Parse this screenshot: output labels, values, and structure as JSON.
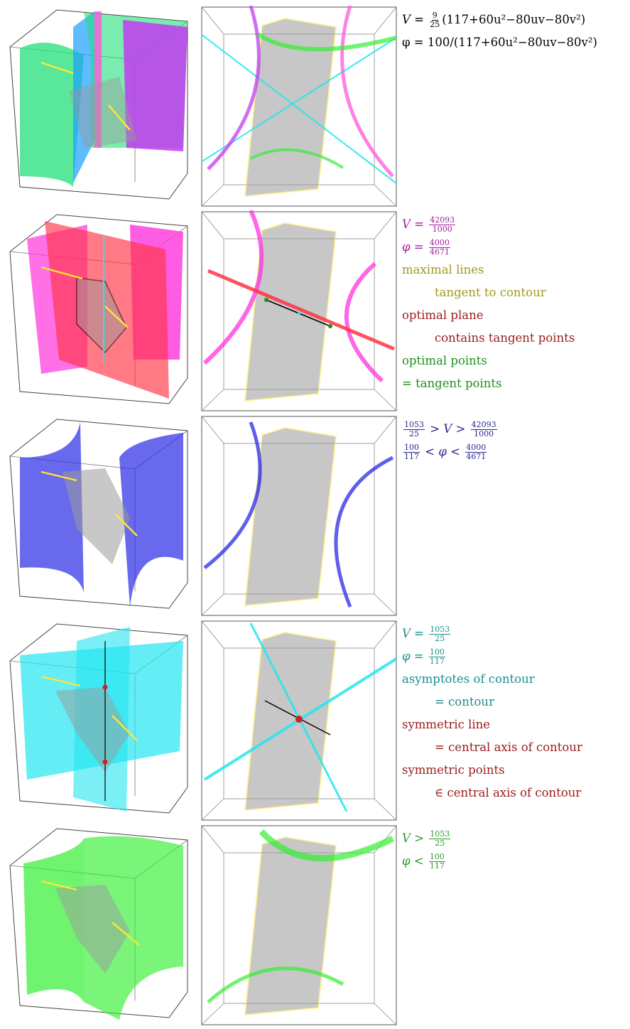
{
  "colors": {
    "row1_mix": [
      "#22e07a",
      "#c23cf0",
      "#1aa0ff",
      "#ff55dd"
    ],
    "magenta": "#ff33dd",
    "red": "#ff3344",
    "blue": "#2a2ae6",
    "cyan": "#22e6f0",
    "green": "#33f033",
    "gray": "#9a9a9a",
    "yellow": "#ffe830",
    "optimal_point": "#cc2222"
  },
  "rows": [
    {
      "label_color": "black",
      "lines": [
        {
          "type": "formula",
          "lhs": "V",
          "eq": " = ",
          "frac_num": "9",
          "frac_den": "25",
          "rest": "(117+60u²−80uv−80v²)"
        },
        {
          "type": "text",
          "text": "φ = 100/(117+60u²−80uv−80v²)"
        }
      ]
    },
    {
      "label_color": "magenta",
      "lines": [
        {
          "type": "frac",
          "lhs": "V",
          "eq": " = ",
          "frac_num": "42093",
          "frac_den": "1000"
        },
        {
          "type": "frac",
          "lhs": "φ",
          "eq": " = ",
          "frac_num": "4000",
          "frac_den": "4671"
        },
        {
          "type": "text",
          "text": "maximal lines",
          "color": "olive"
        },
        {
          "type": "text",
          "text": "tangent to contour",
          "color": "olive",
          "indent": true
        },
        {
          "type": "text",
          "text": "optimal plane",
          "color": "darkred"
        },
        {
          "type": "text",
          "text": "contains tangent points",
          "color": "darkred",
          "indent": true
        },
        {
          "type": "text",
          "text": "optimal points",
          "color": "green"
        },
        {
          "type": "text",
          "text": "= tangent points",
          "color": "green"
        }
      ]
    },
    {
      "label_color": "navy",
      "lines": [
        {
          "type": "ineq",
          "a_num": "1053",
          "a_den": "25",
          "mid1": " > ",
          "var": "V",
          "mid2": " > ",
          "b_num": "42093",
          "b_den": "1000"
        },
        {
          "type": "ineq",
          "a_num": "100",
          "a_den": "117",
          "mid1": " < ",
          "var": "φ",
          "mid2": " < ",
          "b_num": "4000",
          "b_den": "4671"
        }
      ]
    },
    {
      "label_color": "teal",
      "lines": [
        {
          "type": "frac",
          "lhs": "V",
          "eq": " = ",
          "frac_num": "1053",
          "frac_den": "25"
        },
        {
          "type": "frac",
          "lhs": "φ",
          "eq": " = ",
          "frac_num": "100",
          "frac_den": "117"
        },
        {
          "type": "text",
          "text": "asymptotes of contour",
          "color": "teal"
        },
        {
          "type": "text",
          "text": "= contour",
          "color": "teal",
          "indent": true
        },
        {
          "type": "text",
          "text": "symmetric line",
          "color": "darkred"
        },
        {
          "type": "text",
          "text": "= central axis of contour",
          "color": "darkred",
          "indent": true
        },
        {
          "type": "text",
          "text": "symmetric points",
          "color": "darkred"
        },
        {
          "type": "text",
          "text": "∈ central axis of contour",
          "color": "darkred",
          "indent": true
        }
      ]
    },
    {
      "label_color": "green2",
      "lines": [
        {
          "type": "frac",
          "lhs": "V",
          "eq": " > ",
          "frac_num": "1053",
          "frac_den": "25"
        },
        {
          "type": "frac",
          "lhs": "φ",
          "eq": " < ",
          "frac_num": "100",
          "frac_den": "117"
        }
      ]
    }
  ]
}
